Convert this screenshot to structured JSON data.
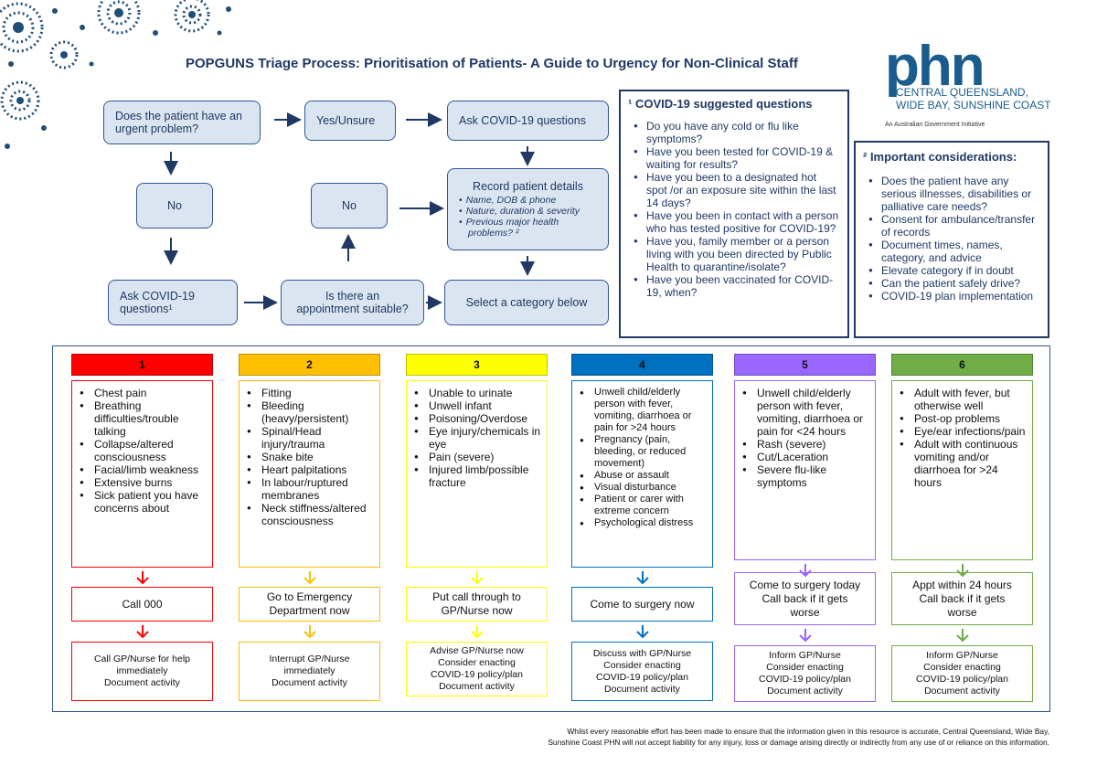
{
  "title": "POPGUNS Triage Process:  Prioritisation of Patients- A Guide to Urgency for Non-Clinical Staff",
  "logo": {
    "wordmark": "phn",
    "region_line1": "CENTRAL QUEENSLAND,",
    "region_line2": "WIDE BAY, SUNSHINE COAST",
    "tagline": "An Australian Government Initiative"
  },
  "flow": {
    "urgent_question": "Does the patient have an urgent problem?",
    "yes_unsure": "Yes/Unsure",
    "ask_covid_top": "Ask COVID-19 questions",
    "no_left": "No",
    "no_middle": "No",
    "record": {
      "title": "Record patient details",
      "items": [
        "Name, DOB & phone",
        "Nature, duration & severity",
        "Previous major health problems? ²"
      ]
    },
    "ask_covid_bottom": "Ask COVID-19 questions¹",
    "appointment_question": "Is there an appointment suitable?",
    "select_category": "Select a category below"
  },
  "covid_questions": {
    "heading": "¹ COVID-19 suggested questions",
    "items": [
      "Do you have any cold or flu like symptoms?",
      "Have you been tested for COVID-19 & waiting for results?",
      "Have you been to a designated hot spot /or an exposure site within the last 14 days?",
      "Have you been in contact with a person who has tested positive for COVID-19?",
      "Have you, family member or a person living with you been directed by Public Health to quarantine/isolate?",
      "Have you been vaccinated for COVID-19, when?"
    ]
  },
  "considerations": {
    "heading": "² Important considerations:",
    "items": [
      "Does the patient have any serious illnesses, disabilities or palliative care needs?",
      "Consent for ambulance/transfer of records",
      "Document times, names, category, and advice",
      "Elevate category if in doubt",
      "Can the patient safely drive?",
      "COVID-19 plan implementation"
    ]
  },
  "categories": [
    {
      "number": "1",
      "color": "#ff0000",
      "symptoms": [
        "Chest pain",
        "Breathing difficulties/trouble talking",
        "Collapse/altered consciousness",
        "Facial/limb weakness",
        "Extensive burns",
        "Sick patient you have concerns about"
      ],
      "action": "Call 000",
      "follow_up": "Call GP/Nurse for help\nimmediately\nDocument activity"
    },
    {
      "number": "2",
      "color": "#ffc000",
      "symptoms": [
        "Fitting",
        "Bleeding (heavy/persistent)",
        "Spinal/Head injury/trauma",
        "Snake bite",
        "Heart palpitations",
        "In labour/ruptured membranes",
        "Neck stiffness/altered consciousness"
      ],
      "action": "Go to Emergency\nDepartment now",
      "follow_up": "Interrupt GP/Nurse\nimmediately\nDocument activity"
    },
    {
      "number": "3",
      "color": "#ffff00",
      "symptoms": [
        "Unable to urinate",
        "Unwell infant",
        "Poisoning/Overdose",
        "Eye injury/chemicals in eye",
        "Pain (severe)",
        "Injured limb/possible fracture"
      ],
      "action": "Put call through to\nGP/Nurse now",
      "follow_up": "Advise GP/Nurse now\nConsider enacting\nCOVID-19 policy/plan\nDocument activity"
    },
    {
      "number": "4",
      "color": "#0070c0",
      "symptoms": [
        "Unwell child/elderly person with fever, vomiting, diarrhoea or pain for >24 hours",
        "Pregnancy (pain, bleeding, or reduced movement)",
        "Abuse or assault",
        "Visual disturbance",
        "Patient or carer with extreme concern",
        "Psychological distress"
      ],
      "action": "Come to surgery now",
      "follow_up": "Discuss with GP/Nurse\nConsider enacting\nCOVID-19 policy/plan\nDocument activity"
    },
    {
      "number": "5",
      "color": "#9966ff",
      "symptoms": [
        "Unwell child/elderly person with fever, vomiting, diarrhoea or pain for <24 hours",
        "Rash (severe)",
        "Cut/Laceration",
        "Severe flu-like symptoms"
      ],
      "action": "Come to surgery today\nCall back if it gets\nworse",
      "follow_up": "Inform GP/Nurse\nConsider enacting\nCOVID-19 policy/plan\nDocument activity"
    },
    {
      "number": "6",
      "color": "#70ad47",
      "symptoms": [
        "Adult with fever, but otherwise well",
        "Post-op problems",
        "Eye/ear infections/pain",
        "Adult with continuous vomiting and/or diarrhoea for >24 hours"
      ],
      "action": "Appt within 24 hours\nCall back if it gets\nworse",
      "follow_up": "Inform GP/Nurse\nConsider enacting\nCOVID-19 policy/plan\nDocument activity"
    }
  ],
  "footer": {
    "line1": "Whilst every reasonable effort has been made to ensure that the information given in this resource is accurate, Central Queensland, Wide Bay,",
    "line2": "Sunshine Coast PHN will not accept liability for any injury, loss or damage arising directly or indirectly from any use of or reliance on this information."
  }
}
